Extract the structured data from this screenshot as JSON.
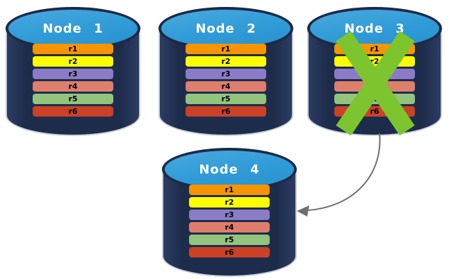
{
  "diagram": {
    "nodes": [
      {
        "label": "Node 1",
        "failed": false,
        "rows": [
          {
            "label": "r1",
            "color": "#F79400"
          },
          {
            "label": "r2",
            "color": "#FFFF00"
          },
          {
            "label": "r3",
            "color": "#8A7CC6"
          },
          {
            "label": "r4",
            "color": "#DE7F6D"
          },
          {
            "label": "r5",
            "color": "#93C47D"
          },
          {
            "label": "r6",
            "color": "#CB4126"
          }
        ]
      },
      {
        "label": "Node 2",
        "failed": false,
        "rows": [
          {
            "label": "r1",
            "color": "#F79400"
          },
          {
            "label": "r2",
            "color": "#FFFF00"
          },
          {
            "label": "r3",
            "color": "#8A7CC6"
          },
          {
            "label": "r4",
            "color": "#DE7F6D"
          },
          {
            "label": "r5",
            "color": "#93C47D"
          },
          {
            "label": "r6",
            "color": "#CB4126"
          }
        ]
      },
      {
        "label": "Node 3",
        "failed": true,
        "rows": [
          {
            "label": "r1",
            "color": "#F79400"
          },
          {
            "label": "r2",
            "color": "#FFFF00"
          },
          {
            "label": "r3",
            "color": "#8A7CC6"
          },
          {
            "label": "r4",
            "color": "#DE7F6D"
          },
          {
            "label": "r5",
            "color": "#93C47D"
          },
          {
            "label": "r6",
            "color": "#CB4126"
          }
        ]
      },
      {
        "label": "Node 4",
        "failed": false,
        "rows": [
          {
            "label": "r1",
            "color": "#F79400"
          },
          {
            "label": "r2",
            "color": "#FFFF00"
          },
          {
            "label": "r3",
            "color": "#8A7CC6"
          },
          {
            "label": "r4",
            "color": "#DE7F6D"
          },
          {
            "label": "r5",
            "color": "#93C47D"
          },
          {
            "label": "r6",
            "color": "#CB4126"
          }
        ]
      }
    ],
    "arrow": {
      "from": "Node 3",
      "to": "Node 4",
      "color": "#6E6E6E"
    },
    "colors": {
      "cylinder_body": "#1E2C4B",
      "cylinder_top": "#2F9BD7",
      "outline": "#C9CFD8",
      "failure_x": "#7DC52F",
      "arrow": "#6E6E6E",
      "row_text": "#000000",
      "title_text": "#FFFFFF",
      "background": "#FFFFFF"
    }
  }
}
